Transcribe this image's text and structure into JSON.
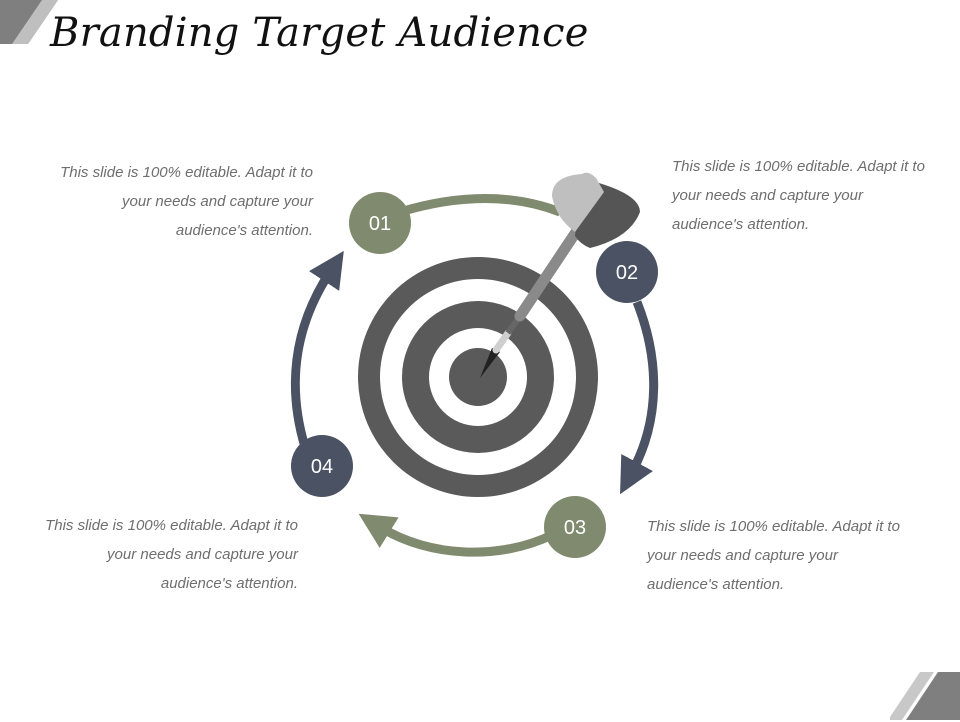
{
  "slide": {
    "title": "Branding Target Audience"
  },
  "steps": [
    {
      "number": "01",
      "text": "This slide is 100% editable. Adapt it to your needs and capture your audience's attention."
    },
    {
      "number": "02",
      "text": "This slide is 100% editable. Adapt it to your needs and capture your audience's attention."
    },
    {
      "number": "03",
      "text": "This slide is 100% editable. Adapt it to your needs and capture your audience's attention."
    },
    {
      "number": "04",
      "text": "This slide is 100% editable. Adapt it to your needs and capture your audience's attention."
    }
  ],
  "colors": {
    "olive": "#7f8a6e",
    "slate": "#4a5263",
    "target_dark": "#5a5a5a",
    "dart_light": "#bfbfbf",
    "dart_dark": "#555555",
    "corner_gray": "#7f7f7f",
    "corner_light": "#c8c8c8"
  }
}
